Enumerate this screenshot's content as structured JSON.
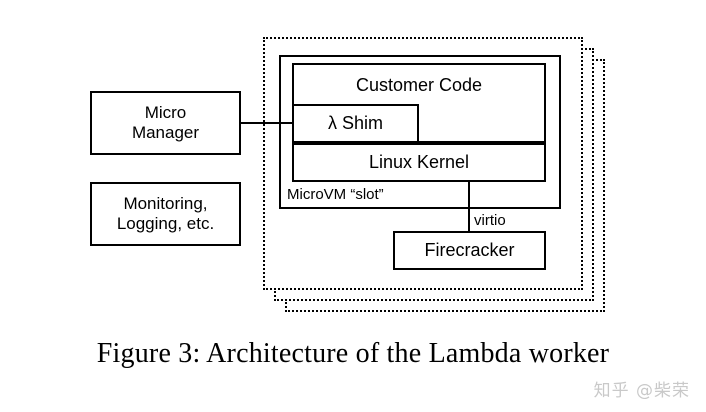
{
  "figure": {
    "caption": "Figure 3: Architecture of the Lambda worker",
    "watermark": "知乎 @柴荣"
  },
  "colors": {
    "stroke": "#000000",
    "background": "#ffffff",
    "watermark": "#c9c9c9"
  },
  "diagram": {
    "type": "block-architecture",
    "external_components": [
      {
        "id": "micro-manager",
        "label": "Micro\nManager"
      },
      {
        "id": "monitoring",
        "label": "Monitoring,\nLogging, etc."
      }
    ],
    "slot": {
      "label": "MicroVM “slot”",
      "replica_count": 3,
      "border_style": "dotted",
      "inner_boxes": [
        {
          "id": "customer-code",
          "label": "Customer Code"
        },
        {
          "id": "lambda-shim",
          "label": "λ Shim"
        },
        {
          "id": "linux-kernel",
          "label": "Linux Kernel"
        }
      ],
      "vmm": {
        "id": "firecracker",
        "label": "Firecracker"
      }
    },
    "connections": [
      {
        "from": "micro-manager",
        "to": "lambda-shim",
        "label": ""
      },
      {
        "from": "linux-kernel",
        "to": "firecracker",
        "label": "virtio"
      }
    ],
    "edge_labels": {
      "virtio": "virtio"
    }
  }
}
